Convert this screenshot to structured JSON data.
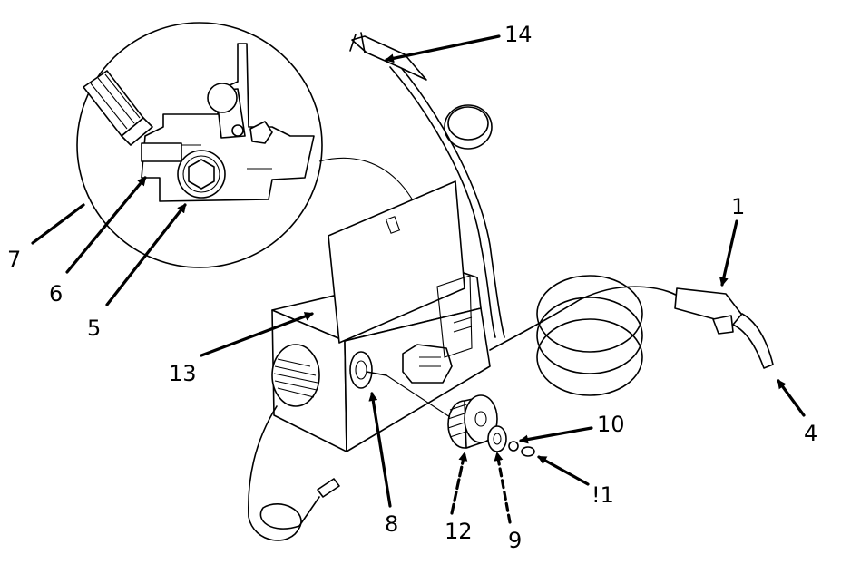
{
  "callouts": {
    "c1": "1",
    "c4": "4",
    "c5": "5",
    "c6": "6",
    "c7": "7",
    "c8": "8",
    "c9": "9",
    "c10": "10",
    "c11": "!1",
    "c12": "12",
    "c13": "13",
    "c14": "14"
  }
}
